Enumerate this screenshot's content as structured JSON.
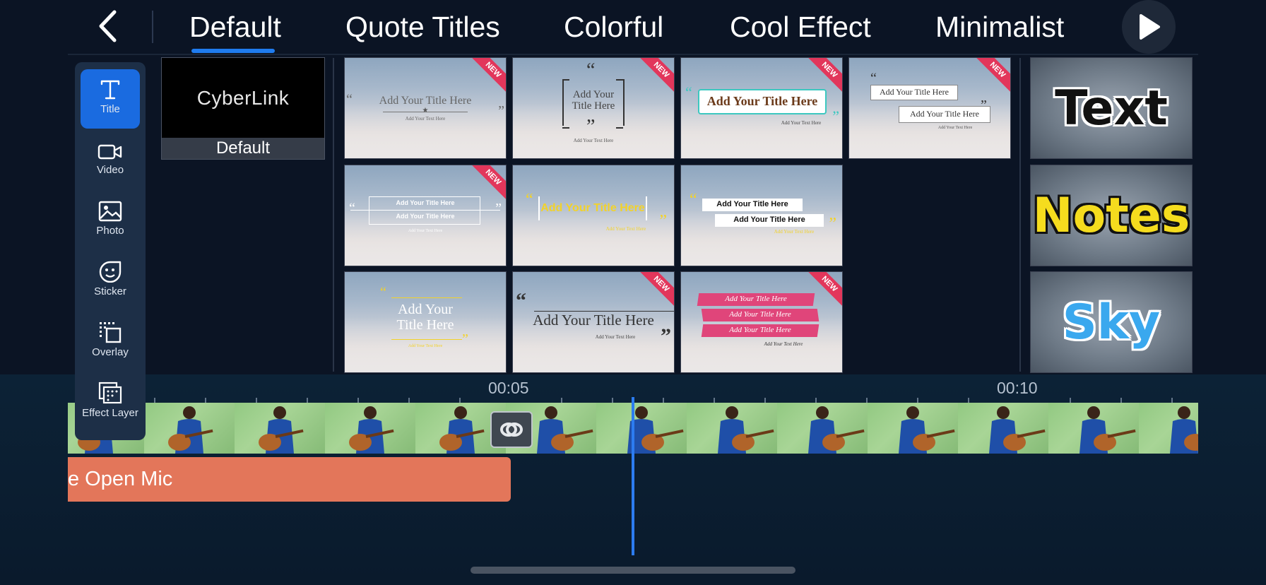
{
  "header": {
    "tabs": [
      {
        "label": "Default",
        "active": true
      },
      {
        "label": "Quote Titles",
        "active": false
      },
      {
        "label": "Colorful",
        "active": false
      },
      {
        "label": "Cool Effect",
        "active": false
      },
      {
        "label": "Minimalist",
        "active": false
      }
    ],
    "back_icon": "chevron-left-icon",
    "play_icon": "play-icon"
  },
  "sidebar": {
    "items": [
      {
        "label": "Title",
        "icon": "text-t-icon",
        "active": true
      },
      {
        "label": "Video",
        "icon": "video-camera-icon",
        "active": false
      },
      {
        "label": "Photo",
        "icon": "photo-icon",
        "active": false
      },
      {
        "label": "Sticker",
        "icon": "sticker-icon",
        "active": false
      },
      {
        "label": "Overlay",
        "icon": "overlay-icon",
        "active": false
      },
      {
        "label": "Effect Layer",
        "icon": "effect-layer-icon",
        "active": false
      }
    ]
  },
  "default_template": {
    "logo_text": "CyberLink",
    "label": "Default"
  },
  "templates": {
    "new_badge": "NEW",
    "title_text": "Add Your Title Here",
    "subtitle_text": "Add Your Text Here",
    "multiline_title_1": "Add Your",
    "multiline_title_2": "Title Here"
  },
  "text_styles": [
    "Text",
    "Notes",
    "Sky"
  ],
  "timeline": {
    "timecodes": [
      "00:05",
      "00:10"
    ],
    "title_clip_label": "e Open Mic"
  },
  "colors": {
    "accent": "#1f7cf0",
    "title_clip": "#e3765a",
    "sidebar_bg": "#1d2f47",
    "active_item": "#1a6be0",
    "new_badge": "#e2365b"
  }
}
